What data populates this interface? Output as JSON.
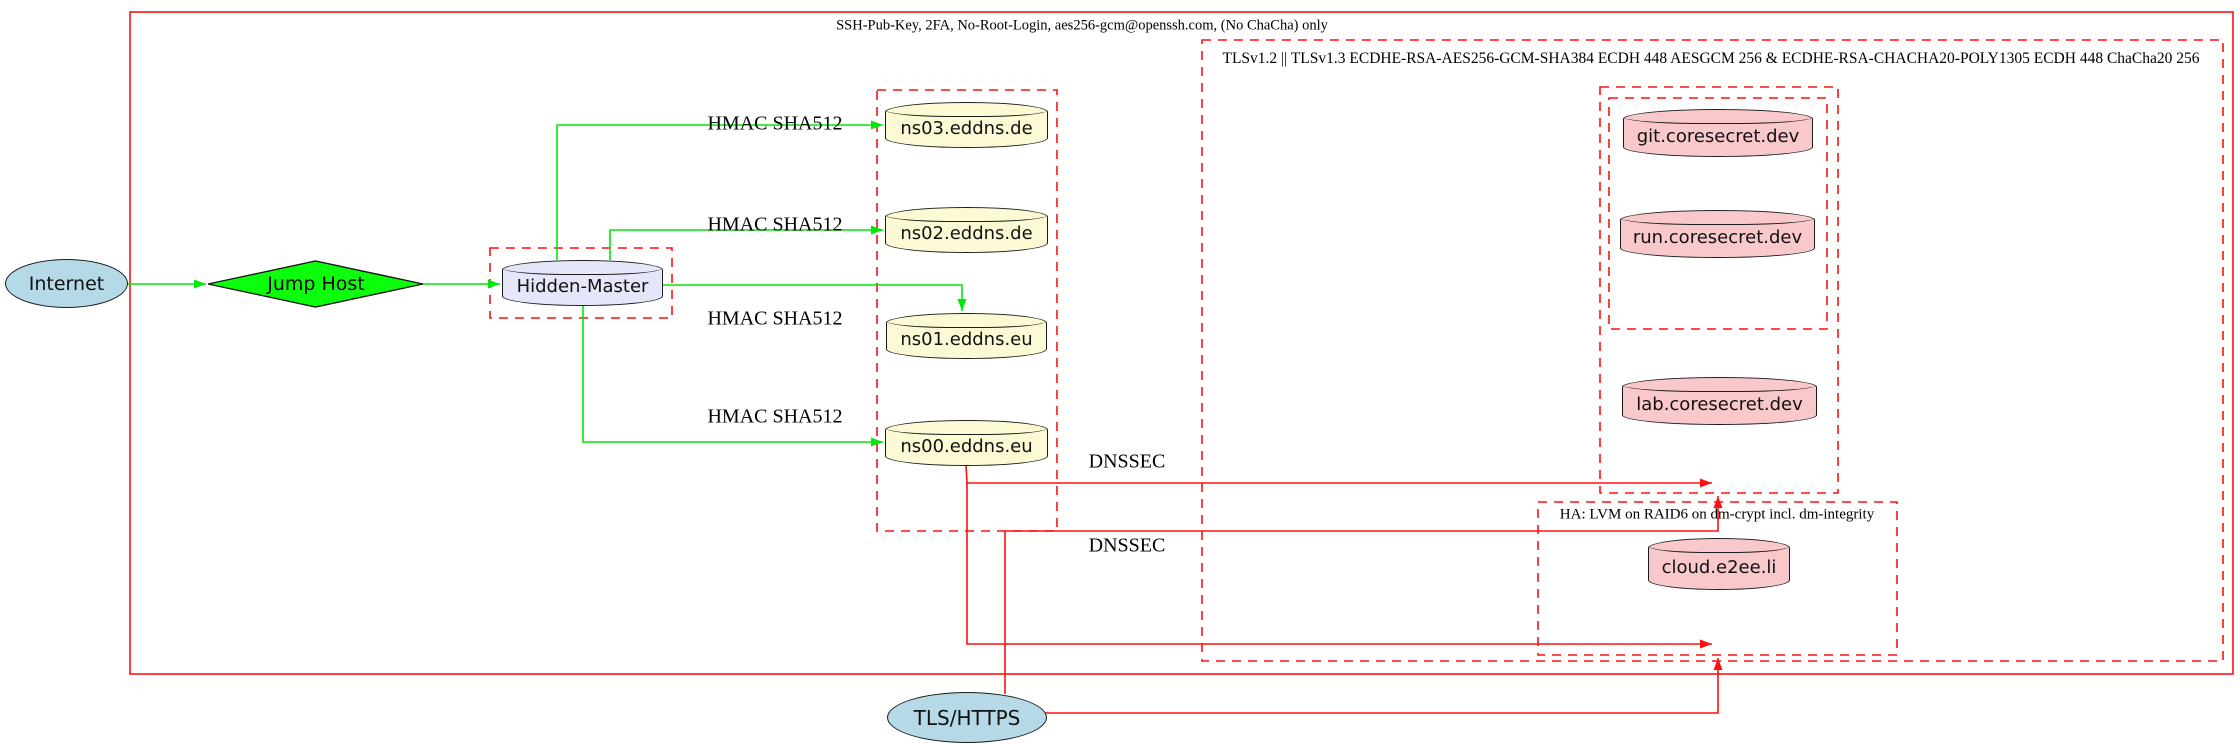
{
  "clusters": {
    "ssh": {
      "label": "SSH-Pub-Key, 2FA, No-Root-Login, aes256-gcm@openssh.com, (No ChaCha) only"
    },
    "tls": {
      "label": "TLSv1.2 || TLSv1.3 ECDHE-RSA-AES256-GCM-SHA384 ECDH 448 AESGCM 256 & ECDHE-RSA-CHACHA20-POLY1305 ECDH 448 ChaCha20 256"
    },
    "ha": {
      "label": "HA: LVM on RAID6 on dm-crypt incl. dm-integrity"
    }
  },
  "nodes": {
    "internet": {
      "label": "Internet"
    },
    "jump_host": {
      "label": "Jump Host"
    },
    "hidden_master": {
      "label": "Hidden-Master"
    },
    "ns03": {
      "label": "ns03.eddns.de"
    },
    "ns02": {
      "label": "ns02.eddns.de"
    },
    "ns01": {
      "label": "ns01.eddns.eu"
    },
    "ns00": {
      "label": "ns00.eddns.eu"
    },
    "git": {
      "label": "git.coresecret.dev"
    },
    "run": {
      "label": "run.coresecret.dev"
    },
    "lab": {
      "label": "lab.coresecret.dev"
    },
    "cloud": {
      "label": "cloud.e2ee.li"
    },
    "tls_https": {
      "label": "TLS/HTTPS"
    }
  },
  "edge_labels": {
    "hmac": [
      "HMAC SHA512",
      "HMAC SHA512",
      "HMAC SHA512",
      "HMAC SHA512"
    ],
    "dnssec": [
      "DNSSEC",
      "DNSSEC"
    ]
  },
  "colors": {
    "cluster_red": "#fe1010",
    "edge_green": "#00e80a",
    "diamond_green": "#0cfe0c",
    "node_blue": "#b5d9e6",
    "node_yellow": "#fbfad4",
    "node_lavender": "#e6e6fa",
    "node_pink": "#f9c8ca"
  }
}
